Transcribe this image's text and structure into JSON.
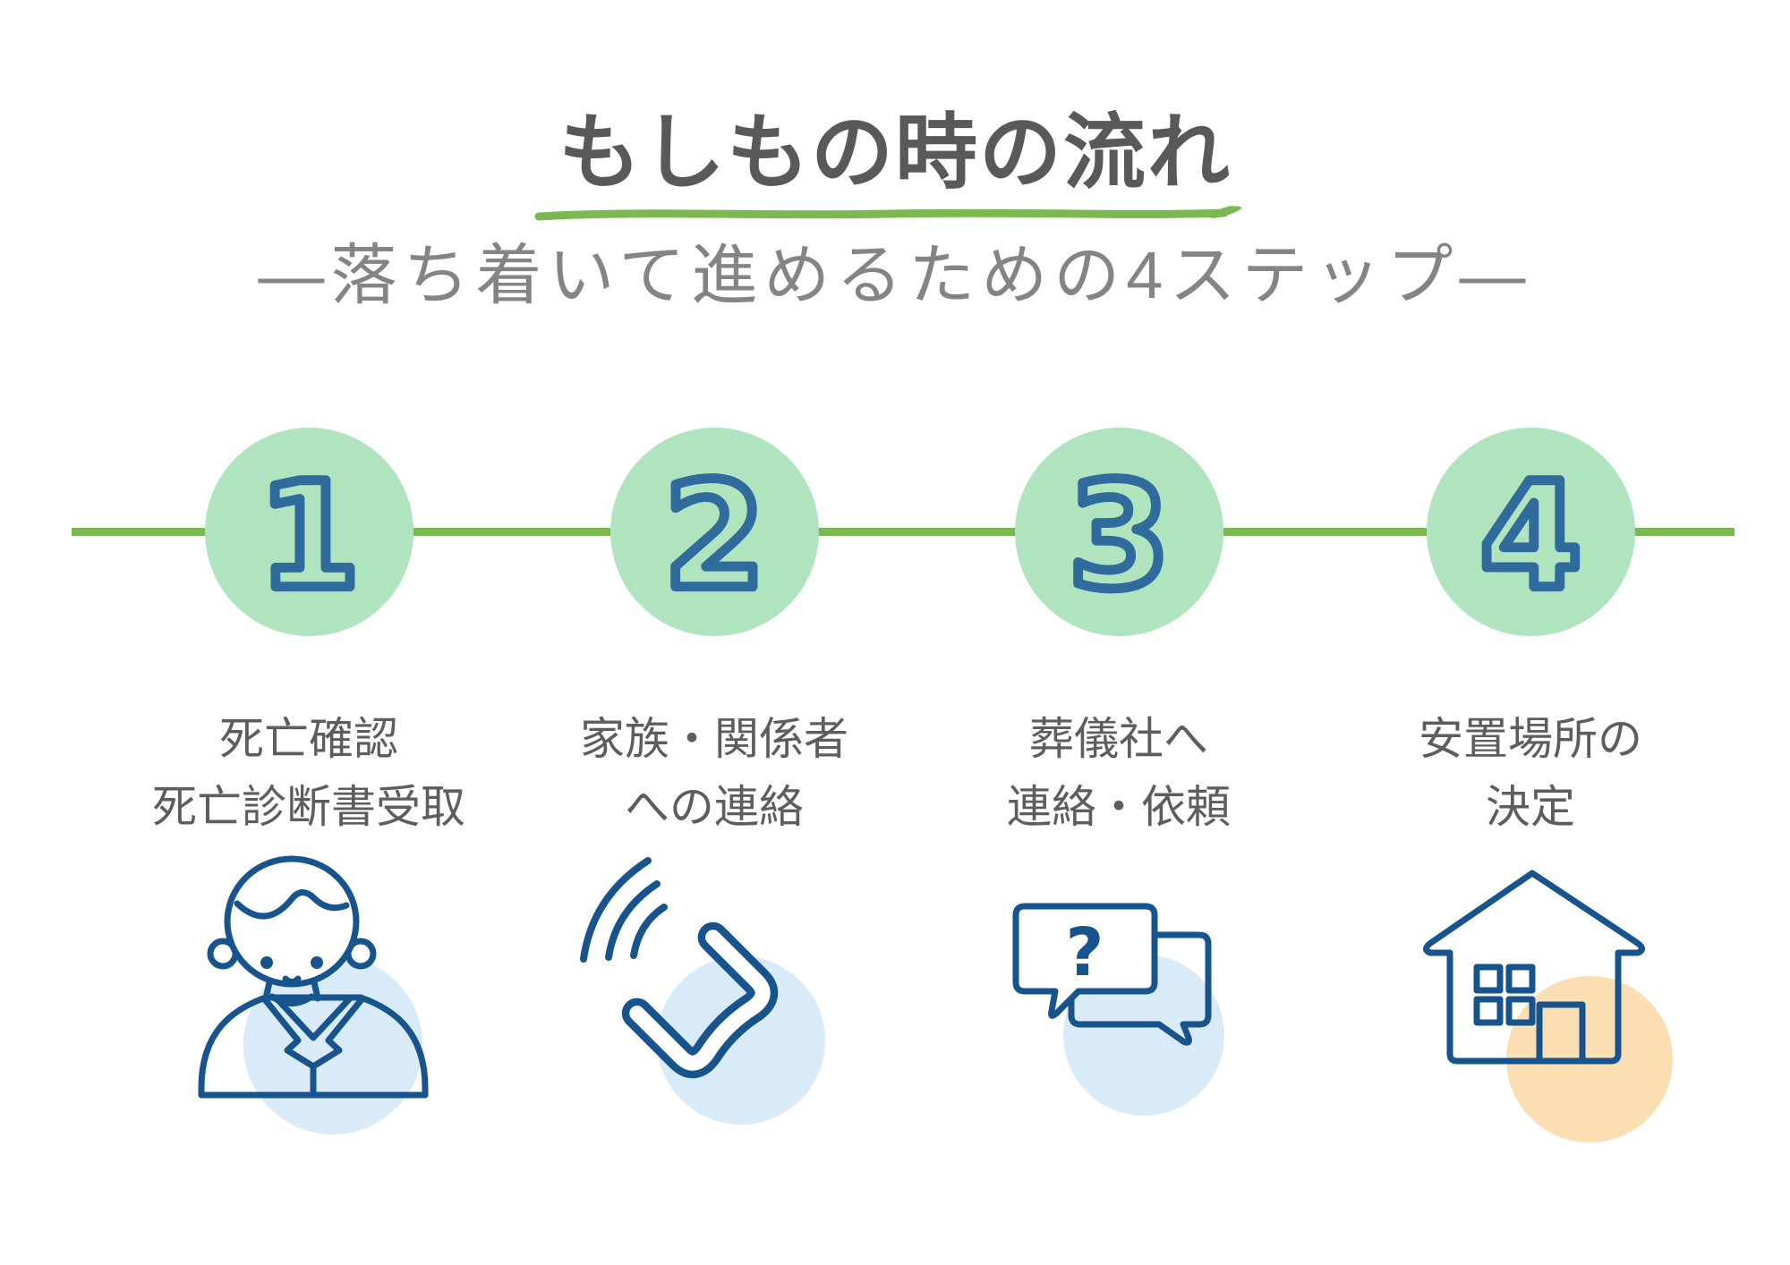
{
  "header": {
    "title": "もしもの時の流れ",
    "subtitle": "―落ち着いて進めるための4ステップ―"
  },
  "colors": {
    "green": "#7cb852",
    "circle-green": "#b0e4bf",
    "num-blue": "#2f6b9d",
    "icon-blue": "#17548e",
    "blob-blue": "#d9eaf8",
    "blob-orange": "#fbdfb3",
    "title-gray": "#595959",
    "subtitle-gray": "#848484",
    "label-gray": "#5d5d5d"
  },
  "steps": [
    {
      "number": "1",
      "label_line1": "死亡確認",
      "label_line2": "死亡診断書受取",
      "icon": "doctor-icon"
    },
    {
      "number": "2",
      "label_line1": "家族・関係者",
      "label_line2": "への連絡",
      "icon": "phone-icon"
    },
    {
      "number": "3",
      "label_line1": "葬儀社へ",
      "label_line2": "連絡・依頼",
      "icon": "chat-bubbles-icon",
      "bubble_text": "?"
    },
    {
      "number": "4",
      "label_line1": "安置場所の",
      "label_line2": "決定",
      "icon": "house-icon"
    }
  ]
}
